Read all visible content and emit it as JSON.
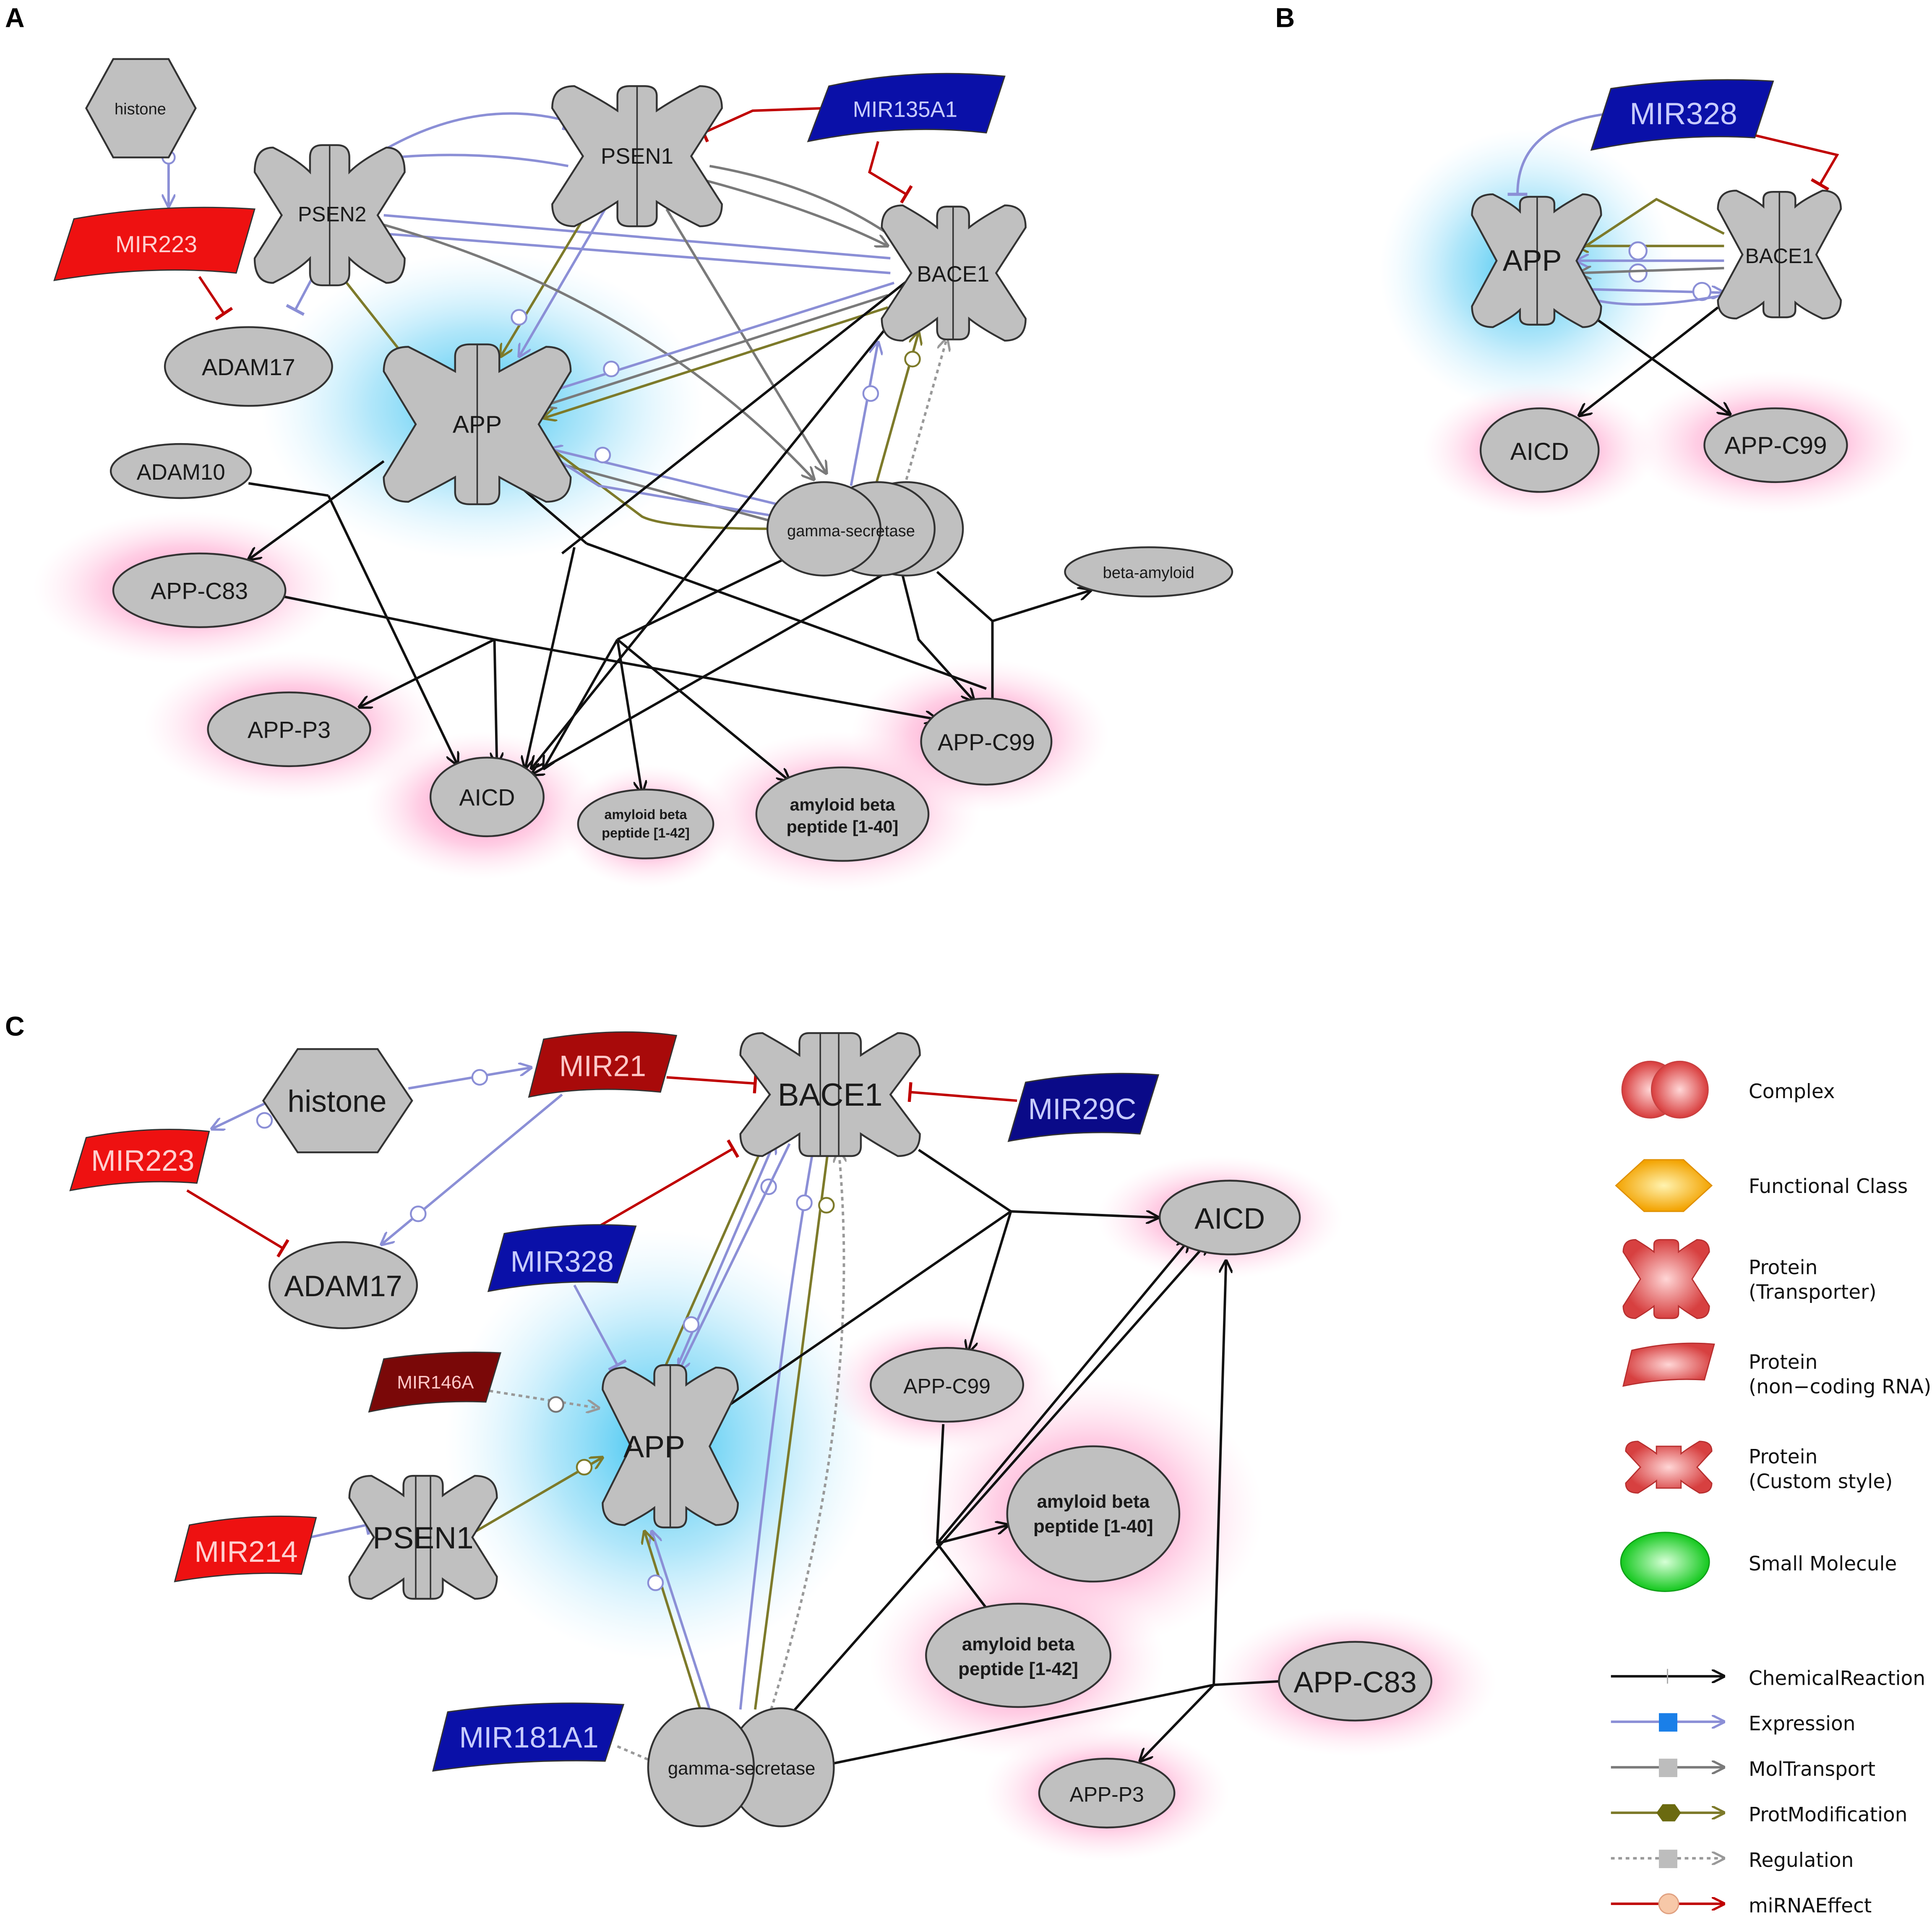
{
  "panels": {
    "a": {
      "letter": "A",
      "nodes": {
        "histone": "histone",
        "psen2": "PSEN2",
        "psen1": "PSEN1",
        "mir135a1": "MIR135A1",
        "bace1": "BACE1",
        "mir223": "MIR223",
        "adam17": "ADAM17",
        "app": "APP",
        "adam10": "ADAM10",
        "gamma": "gamma-secretase",
        "beta_amyloid": "beta-amyloid",
        "appc83": "APP-C83",
        "appp3": "APP-P3",
        "aicd": "AICD",
        "ab42_1": "amyloid beta",
        "ab42_2": "peptide [1-42]",
        "ab40_1": "amyloid beta",
        "ab40_2": "peptide [1-40]",
        "appc99": "APP-C99"
      }
    },
    "b": {
      "letter": "B",
      "nodes": {
        "mir328": "MIR328",
        "app": "APP",
        "bace1": "BACE1",
        "aicd": "AICD",
        "appc99": "APP-C99"
      }
    },
    "c": {
      "letter": "C",
      "nodes": {
        "histone": "histone",
        "mir21": "MIR21",
        "bace1": "BACE1",
        "mir29c": "MIR29C",
        "mir223": "MIR223",
        "adam17": "ADAM17",
        "mir328": "MIR328",
        "aicd": "AICD",
        "mir146a": "MIR146A",
        "app": "APP",
        "appc99": "APP-C99",
        "ab40_1": "amyloid beta",
        "ab40_2": "peptide [1-40]",
        "mir214": "MIR214",
        "psen1": "PSEN1",
        "ab42_1": "amyloid beta",
        "ab42_2": "peptide [1-42]",
        "appc83": "APP-C83",
        "mir181a1": "MIR181A1",
        "gamma": "gamma-secretase",
        "appp3": "APP-P3"
      }
    }
  },
  "legend": {
    "nodes": [
      {
        "label": "Complex",
        "label2": ""
      },
      {
        "label": "Functional Class",
        "label2": ""
      },
      {
        "label": "Protein",
        "label2": "(Transporter)"
      },
      {
        "label": "Protein",
        "label2": "(non−coding RNA)"
      },
      {
        "label": "Protein",
        "label2": "(Custom style)"
      },
      {
        "label": "Small Molecule",
        "label2": ""
      }
    ],
    "edges": [
      {
        "label": "ChemicalReaction",
        "color": "#111111"
      },
      {
        "label": "Expression",
        "color": "#8b8fd6"
      },
      {
        "label": "MolTransport",
        "color": "#7a7a7a"
      },
      {
        "label": "ProtModification",
        "color": "#7d7a2a"
      },
      {
        "label": "Regulation",
        "color": "#999999"
      },
      {
        "label": "miRNAEffect",
        "color": "#c00000"
      }
    ]
  },
  "colors": {
    "node_gray": "#c0c0c0",
    "mirna_red": "#ee1111",
    "mirna_darkred": "#a80a0a",
    "mirna_blue": "#0a10a8",
    "mirna_navy": "#0a0a88",
    "expression": "#8b8fd6",
    "protmod": "#7d7a2a",
    "moltransport": "#7a7a7a",
    "mirna_effect": "#c00000"
  }
}
